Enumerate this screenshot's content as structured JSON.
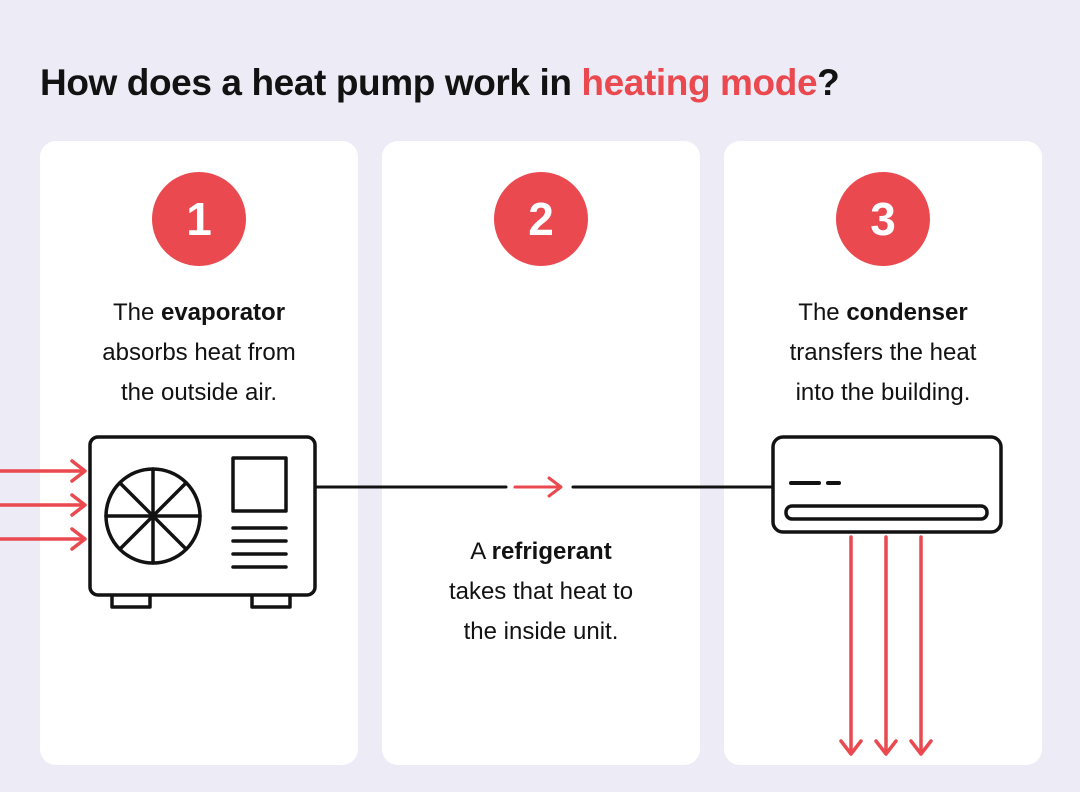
{
  "colors": {
    "background": "#edebf5",
    "card": "#ffffff",
    "accent": "#e9494f",
    "ink": "#121212"
  },
  "title": {
    "prefix": "How does a heat pump work in ",
    "highlight": "heating mode",
    "suffix": "?"
  },
  "steps": [
    {
      "number": "1",
      "line1_pre": "The ",
      "line1_bold": "evaporator",
      "line2": "absorbs heat from",
      "line3": "the outside air."
    },
    {
      "number": "2",
      "line1_pre": "A ",
      "line1_bold": "refrigerant",
      "line2": "takes that heat to",
      "line3": "the inside unit."
    },
    {
      "number": "3",
      "line1_pre": "The ",
      "line1_bold": "condenser",
      "line2": "transfers the heat",
      "line3": "into the building."
    }
  ],
  "icons": {
    "heat_intake": "heat-intake-arrows-icon",
    "outdoor_unit": "outdoor-heat-pump-unit-icon",
    "refrigerant_line": "refrigerant-line",
    "refrigerant_flow": "refrigerant-flow-arrow-icon",
    "indoor_unit": "indoor-wall-unit-icon",
    "heat_output": "heat-output-arrows-icon"
  }
}
